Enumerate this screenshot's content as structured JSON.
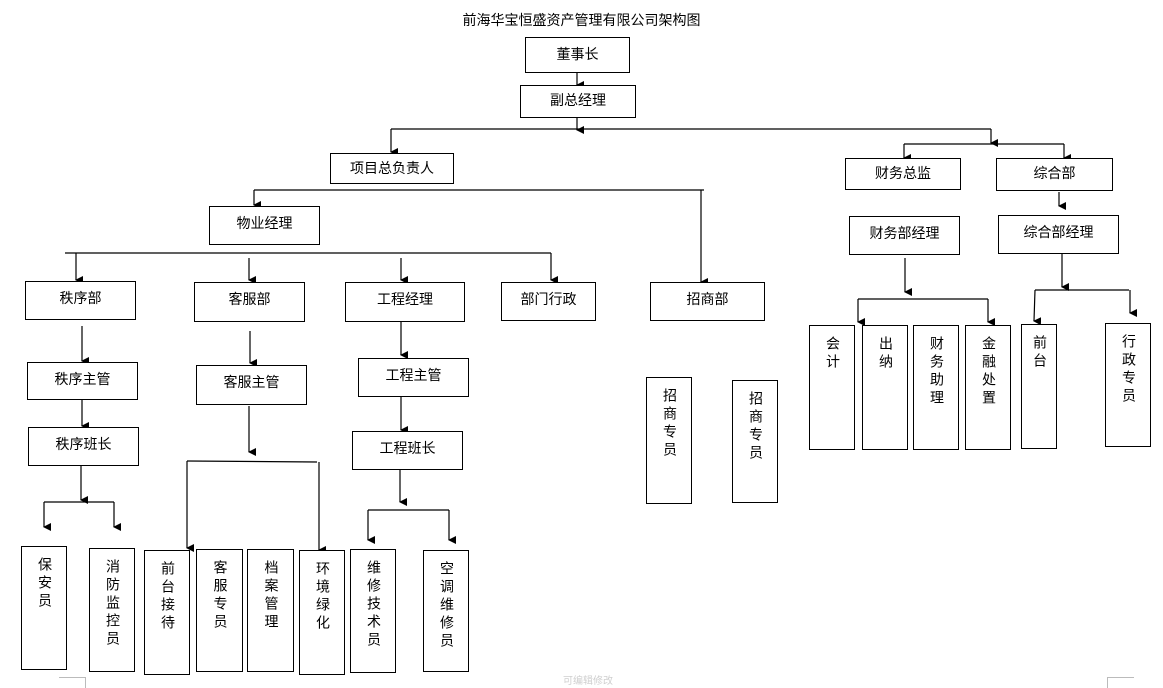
{
  "title": "前海华宝恒盛资产管理有限公司架构图",
  "nodes": {
    "chairman": "董事长",
    "vice_gm": "副总经理",
    "project_head": "项目总负责人",
    "property_manager": "物业经理",
    "security_dept": "秩序部",
    "cs_dept": "客服部",
    "eng_manager": "工程经理",
    "dept_admin": "部门行政",
    "leasing_dept": "招商部",
    "finance_director": "财务总监",
    "general_dept": "综合部",
    "finance_manager": "财务部经理",
    "general_manager": "综合部经理",
    "security_supervisor": "秩序主管",
    "security_leader": "秩序班长",
    "cs_supervisor": "客服主管",
    "eng_supervisor": "工程主管",
    "eng_leader": "工程班长",
    "guard": "保安员",
    "fire_monitor": "消防监控员",
    "reception": "前台接待",
    "cs_specialist": "客服专员",
    "archive": "档案管理",
    "greening": "环境绿化",
    "maint_tech": "维修技术员",
    "ac_maint": "空调维修员",
    "leasing_spec_1": "招商专员",
    "leasing_spec_2": "招商专员",
    "accountant": "会计",
    "cashier": "出纳",
    "finance_assistant": "财务助理",
    "financial_disposal": "金融处置",
    "front_desk": "前台",
    "admin_specialist": "行政专员"
  },
  "footer": "可编辑修改"
}
